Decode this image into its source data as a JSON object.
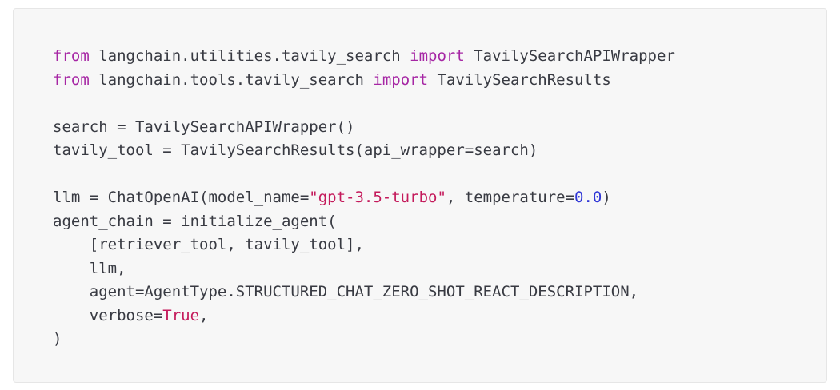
{
  "code_block": {
    "language": "python",
    "colors": {
      "background": "#f7f7f7",
      "border": "#e6e6e6",
      "text": "#383a42",
      "keyword": "#a626a4",
      "string": "#c41a5b",
      "number": "#2f36d6",
      "boolean": "#c41a5b"
    },
    "lines": [
      [
        {
          "t": "kw",
          "v": "from"
        },
        {
          "t": "plain",
          "v": " langchain.utilities.tavily_search "
        },
        {
          "t": "kw",
          "v": "import"
        },
        {
          "t": "plain",
          "v": " TavilySearchAPIWrapper"
        }
      ],
      [
        {
          "t": "kw",
          "v": "from"
        },
        {
          "t": "plain",
          "v": " langchain.tools.tavily_search "
        },
        {
          "t": "kw",
          "v": "import"
        },
        {
          "t": "plain",
          "v": " TavilySearchResults"
        }
      ],
      [],
      [
        {
          "t": "plain",
          "v": "search = TavilySearchAPIWrapper()"
        }
      ],
      [
        {
          "t": "plain",
          "v": "tavily_tool = TavilySearchResults(api_wrapper=search)"
        }
      ],
      [],
      [
        {
          "t": "plain",
          "v": "llm = ChatOpenAI(model_name="
        },
        {
          "t": "str",
          "v": "\"gpt-3.5-turbo\""
        },
        {
          "t": "plain",
          "v": ", temperature="
        },
        {
          "t": "num",
          "v": "0.0"
        },
        {
          "t": "plain",
          "v": ")"
        }
      ],
      [
        {
          "t": "plain",
          "v": "agent_chain = initialize_agent("
        }
      ],
      [
        {
          "t": "plain",
          "v": "    [retriever_tool, tavily_tool],"
        }
      ],
      [
        {
          "t": "plain",
          "v": "    llm,"
        }
      ],
      [
        {
          "t": "plain",
          "v": "    agent=AgentType.STRUCTURED_CHAT_ZERO_SHOT_REACT_DESCRIPTION,"
        }
      ],
      [
        {
          "t": "plain",
          "v": "    verbose="
        },
        {
          "t": "bool",
          "v": "True"
        },
        {
          "t": "plain",
          "v": ","
        }
      ],
      [
        {
          "t": "plain",
          "v": ")"
        }
      ]
    ]
  }
}
